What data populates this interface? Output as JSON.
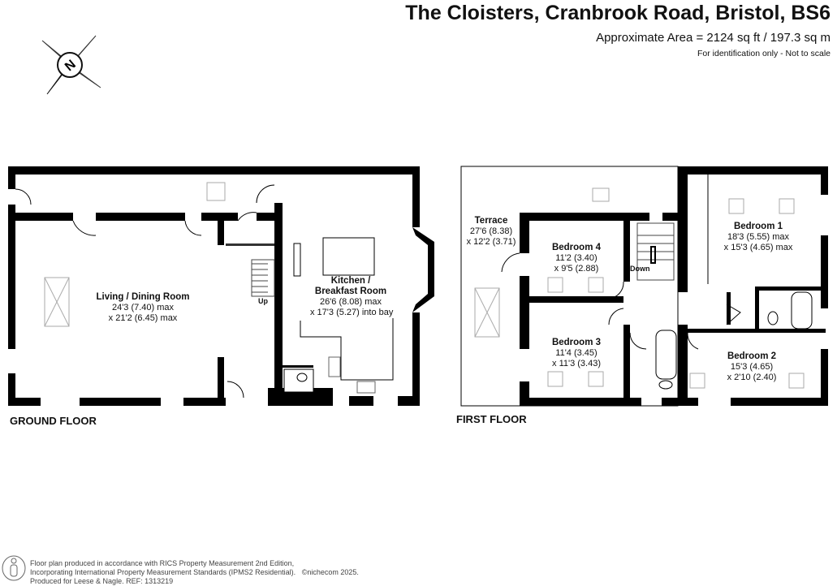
{
  "header": {
    "title": "The Cloisters, Cranbrook Road, Bristol, BS6",
    "area": "Approximate Area = 2124 sq ft / 197.3 sq m",
    "note": "For identification only - Not to scale"
  },
  "compass": {
    "icon": "north-compass-icon",
    "letter": "N"
  },
  "ground_floor": {
    "label": "GROUND FLOOR",
    "rooms": [
      {
        "name": "Living / Dining Room",
        "dim1": "24'3 (7.40) max",
        "dim2": "x 21'2 (6.45) max"
      },
      {
        "name": "Kitchen / Breakfast Room",
        "dim1": "26'6 (8.08) max",
        "dim2": "x 17'3 (5.27) into bay"
      }
    ],
    "stairs_label": "Up"
  },
  "first_floor": {
    "label": "FIRST FLOOR",
    "rooms": [
      {
        "name": "Terrace",
        "dim1": "27'6 (8.38)",
        "dim2": "x 12'2 (3.71)"
      },
      {
        "name": "Bedroom 4",
        "dim1": "11'2 (3.40)",
        "dim2": "x 9'5 (2.88)"
      },
      {
        "name": "Bedroom 1",
        "dim1": "18'3 (5.55) max",
        "dim2": "x 15'3 (4.65) max"
      },
      {
        "name": "Bedroom 3",
        "dim1": "11'4 (3.45)",
        "dim2": "x 11'3 (3.43)"
      },
      {
        "name": "Bedroom 2",
        "dim1": "15'3 (4.65)",
        "dim2": "x 2'10 (2.40)"
      }
    ],
    "stairs_label": "Down"
  },
  "footer": {
    "line1": "Floor plan produced in accordance with RICS Property Measurement 2nd Edition,",
    "line2": "Incorporating International Property Measurement Standards (IPMS2 Residential).",
    "copyright": "©nichecom 2025.",
    "line3": "Produced for Leese & Nagle.   REF:  1313219"
  },
  "colors": {
    "wall": "#000000",
    "background": "#ffffff",
    "fixture": "#888888"
  }
}
